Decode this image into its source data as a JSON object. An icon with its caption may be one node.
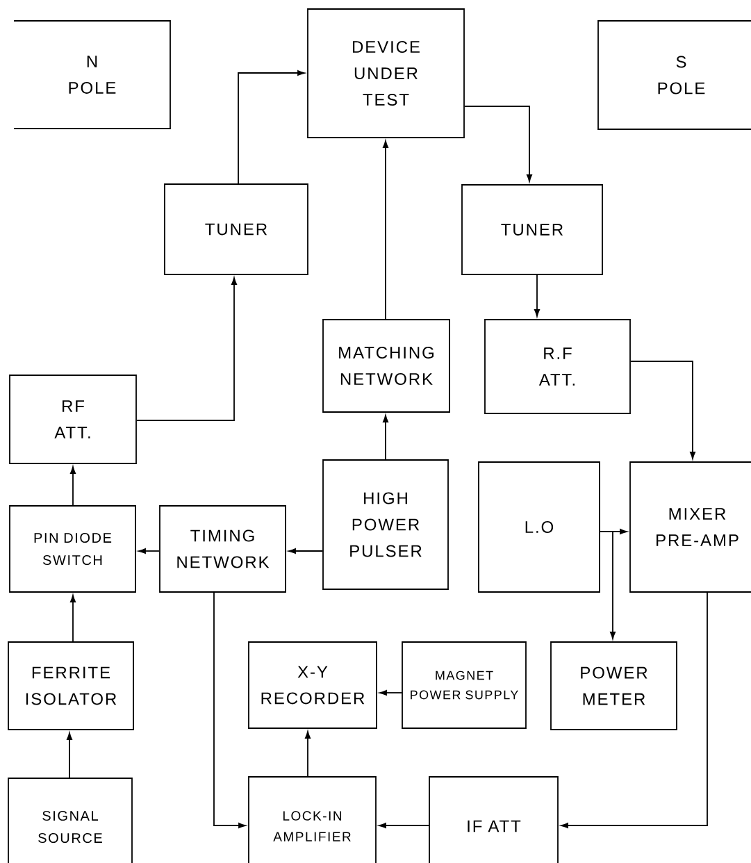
{
  "diagram": {
    "nodes": [
      {
        "text": [
          "N POLE"
        ]
      },
      {
        "text": [
          "DEVICE UNDER TEST"
        ]
      },
      {
        "text": [
          "S POLE"
        ]
      },
      {
        "text": [
          "TUNER"
        ]
      },
      {
        "text": [
          "TUNER"
        ]
      },
      {
        "text": [
          "MATCHING NETWORK"
        ]
      },
      {
        "text": [
          "R.F ATT."
        ]
      },
      {
        "text": [
          "RF ATT."
        ]
      },
      {
        "text": [
          "HIGH POWER PULSER"
        ]
      },
      {
        "text": [
          "L.O"
        ]
      },
      {
        "text": [
          "MIXER PRE-AMP"
        ]
      },
      {
        "text": [
          "PIN DIODE SWITCH"
        ]
      },
      {
        "text": [
          "TIMING NETWORK"
        ]
      },
      {
        "text": [
          "FERRITE ISOLATOR"
        ]
      },
      {
        "text": [
          "X-Y RECORDER"
        ]
      },
      {
        "text": [
          "MAGNET POWER SUPPLY"
        ]
      },
      {
        "text": [
          "POWER METER"
        ]
      },
      {
        "text": [
          "SIGNAL SOURCE"
        ]
      },
      {
        "text": [
          "LOCK-IN AMPLIFIER"
        ]
      },
      {
        "text": [
          "IF ATT"
        ]
      }
    ],
    "edges": [
      {
        "from": 3,
        "to": 1,
        "arrow": "to"
      },
      {
        "from": 1,
        "to": 4,
        "arrow": "to"
      },
      {
        "from": 5,
        "to": 1,
        "arrow": "to"
      },
      {
        "from": 8,
        "to": 5,
        "arrow": "to"
      },
      {
        "from": 4,
        "to": 6,
        "arrow": "to"
      },
      {
        "from": 7,
        "to": 3,
        "arrow": "to"
      },
      {
        "from": 6,
        "to": 10,
        "arrow": "to"
      },
      {
        "from": 9,
        "to": 10,
        "arrow": "to"
      },
      {
        "from": 9,
        "to": 16,
        "arrow": "to"
      },
      {
        "from": 8,
        "to": 12,
        "arrow": "to"
      },
      {
        "from": 12,
        "to": 11,
        "arrow": "to"
      },
      {
        "from": 11,
        "to": 7,
        "arrow": "to"
      },
      {
        "from": 13,
        "to": 11,
        "arrow": "to"
      },
      {
        "from": 17,
        "to": 13,
        "arrow": "to"
      },
      {
        "from": 12,
        "to": 18,
        "arrow": "to"
      },
      {
        "from": 15,
        "to": 14,
        "arrow": "to"
      },
      {
        "from": 18,
        "to": 14,
        "arrow": "to"
      },
      {
        "from": 10,
        "to": 19,
        "arrow": "to"
      },
      {
        "from": 19,
        "to": 18,
        "arrow": "to"
      }
    ]
  }
}
